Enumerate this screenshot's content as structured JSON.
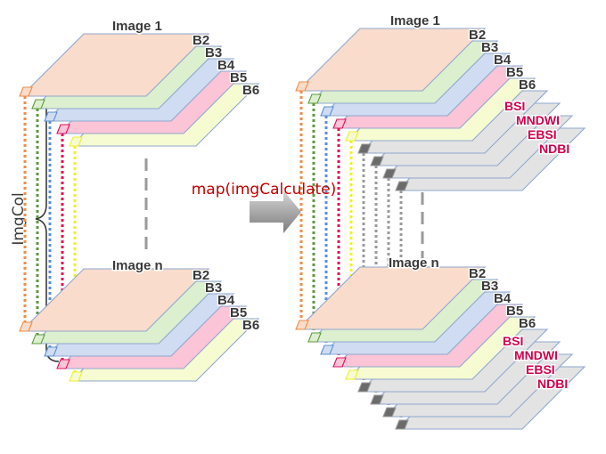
{
  "collection_label": "ImgCol",
  "operation_label": "map(imgCalculate)",
  "image_first_label": "Image 1",
  "image_last_label": "Image n",
  "bands": [
    {
      "name": "B2",
      "fill": "#f9dccb",
      "stroke": "#8fa7cf"
    },
    {
      "name": "B3",
      "fill": "#dcefcf",
      "stroke": "#8fa7cf"
    },
    {
      "name": "B4",
      "fill": "#cfdcf1",
      "stroke": "#8fa7cf"
    },
    {
      "name": "B5",
      "fill": "#fbc4d7",
      "stroke": "#8fa7cf"
    },
    {
      "name": "B6",
      "fill": "#f7fbd2",
      "stroke": "#8fa7cf"
    }
  ],
  "indices": [
    {
      "name": "BSI",
      "fill": "#e3e3e3",
      "stroke": "#8fa7cf"
    },
    {
      "name": "MNDWI",
      "fill": "#e3e3e3",
      "stroke": "#8fa7cf"
    },
    {
      "name": "EBSI",
      "fill": "#e3e3e3",
      "stroke": "#8fa7cf"
    },
    {
      "name": "NDBI",
      "fill": "#e3e3e3",
      "stroke": "#8fa7cf"
    }
  ],
  "colors": {
    "connector_B2": "#f28b45",
    "connector_B3": "#5d9a3c",
    "connector_B4": "#5b8fd0",
    "connector_B5": "#e0105c",
    "connector_B6": "#eef02a",
    "connector_index": "#9a9a9a",
    "marker_index": "#6b6b6b",
    "operation_text": "#c00000",
    "index_text": "#d0004c"
  }
}
